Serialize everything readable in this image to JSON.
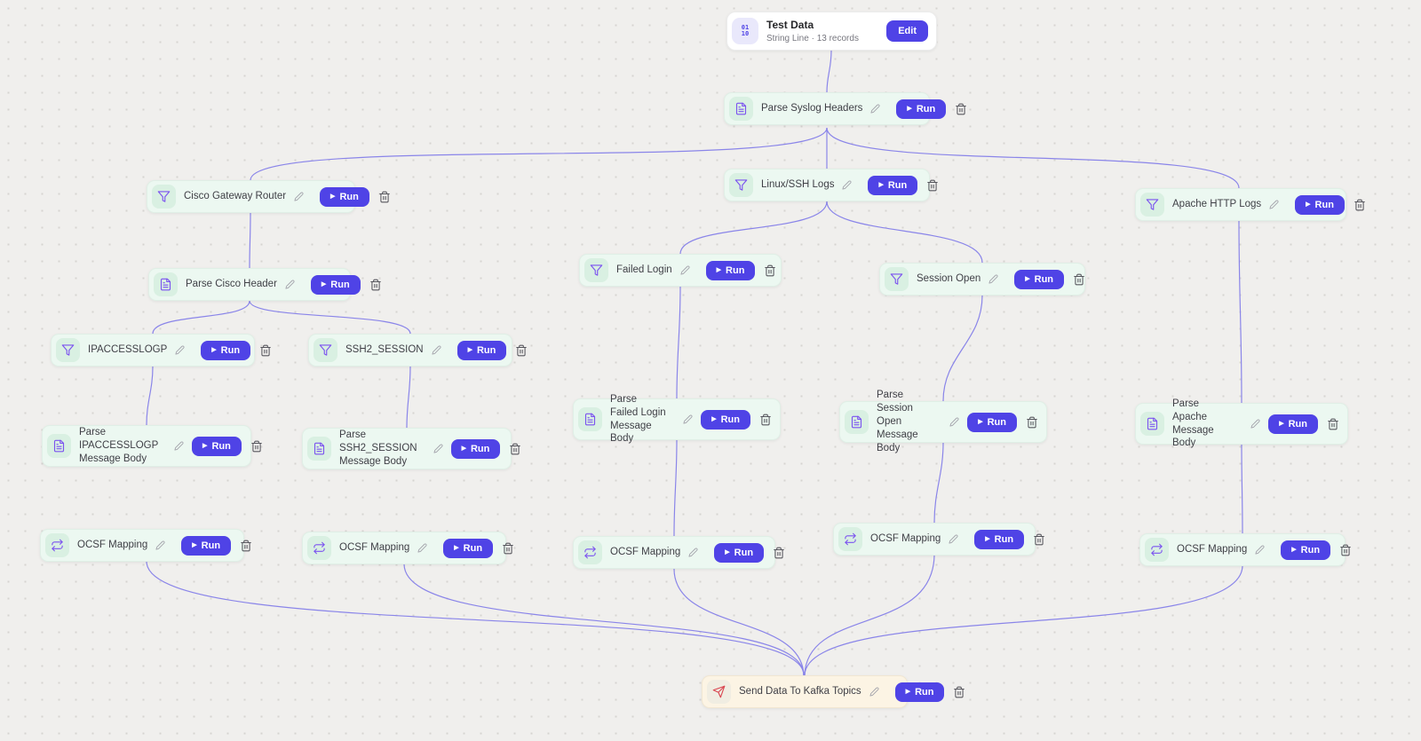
{
  "labels": {
    "run": "Run",
    "edit": "Edit"
  },
  "colors": {
    "canvas_bg": "#f0efed",
    "edge": "#8a85e9",
    "accent_button": "#4f43e6",
    "node_green_bg": "#ecf8f1",
    "node_source_bg": "#ffffff",
    "node_sink_bg": "#fcf4e4",
    "icon_purple": "#7b52ef",
    "send_icon_red": "#d9444f"
  },
  "nodes": [
    {
      "id": "test-data",
      "title": "Test Data",
      "subtitle": "String Line · 13 records",
      "icon": "binary-data-icon",
      "action": "Edit"
    },
    {
      "id": "parse-syslog-headers",
      "title": "Parse Syslog Headers",
      "icon": "document-icon",
      "action": "Run"
    },
    {
      "id": "cisco-gateway-router",
      "title": "Cisco Gateway Router",
      "icon": "filter-icon",
      "action": "Run"
    },
    {
      "id": "linux-ssh-logs",
      "title": "Linux/SSH Logs",
      "icon": "filter-icon",
      "action": "Run"
    },
    {
      "id": "apache-http-logs",
      "title": "Apache HTTP Logs",
      "icon": "filter-icon",
      "action": "Run"
    },
    {
      "id": "failed-login",
      "title": "Failed Login",
      "icon": "filter-icon",
      "action": "Run"
    },
    {
      "id": "session-open",
      "title": "Session Open",
      "icon": "filter-icon",
      "action": "Run"
    },
    {
      "id": "parse-cisco-header",
      "title": "Parse Cisco Header",
      "icon": "document-icon",
      "action": "Run"
    },
    {
      "id": "ipaccesslogp",
      "title": "IPACCESSLOGP",
      "icon": "filter-icon",
      "action": "Run"
    },
    {
      "id": "ssh2-session",
      "title": "SSH2_SESSION",
      "icon": "filter-icon",
      "action": "Run"
    },
    {
      "id": "parse-ipaccesslogp-message-body",
      "title": "Parse IPACCESSLOGP Message Body",
      "icon": "document-icon",
      "action": "Run"
    },
    {
      "id": "parse-ssh2-session-message-body",
      "title": "Parse SSH2_SESSION Message Body",
      "icon": "document-icon",
      "action": "Run"
    },
    {
      "id": "parse-failed-login-message-body",
      "title": "Parse Failed Login Message Body",
      "icon": "document-icon",
      "action": "Run"
    },
    {
      "id": "parse-session-open-message-body",
      "title": "Parse Session Open Message Body",
      "icon": "document-icon",
      "action": "Run"
    },
    {
      "id": "parse-apache-message-body",
      "title": "Parse Apache Message Body",
      "icon": "document-icon",
      "action": "Run"
    },
    {
      "id": "ocsf-mapping-cisco-ipaccesslogp",
      "title": "OCSF Mapping",
      "icon": "loop-icon",
      "action": "Run"
    },
    {
      "id": "ocsf-mapping-cisco-ssh2",
      "title": "OCSF Mapping",
      "icon": "loop-icon",
      "action": "Run"
    },
    {
      "id": "ocsf-mapping-failed-login",
      "title": "OCSF Mapping",
      "icon": "loop-icon",
      "action": "Run"
    },
    {
      "id": "ocsf-mapping-session-open",
      "title": "OCSF Mapping",
      "icon": "loop-icon",
      "action": "Run"
    },
    {
      "id": "ocsf-mapping-apache",
      "title": "OCSF Mapping",
      "icon": "loop-icon",
      "action": "Run"
    },
    {
      "id": "send-data-to-kafka-topics",
      "title": "Send Data To Kafka Topics",
      "icon": "send-icon",
      "action": "Run"
    }
  ],
  "connections": [
    {
      "from": "test-data",
      "to": "parse-syslog-headers"
    },
    {
      "from": "parse-syslog-headers",
      "to": "cisco-gateway-router"
    },
    {
      "from": "parse-syslog-headers",
      "to": "linux-ssh-logs"
    },
    {
      "from": "parse-syslog-headers",
      "to": "apache-http-logs"
    },
    {
      "from": "cisco-gateway-router",
      "to": "parse-cisco-header"
    },
    {
      "from": "parse-cisco-header",
      "to": "ipaccesslogp"
    },
    {
      "from": "parse-cisco-header",
      "to": "ssh2-session"
    },
    {
      "from": "ipaccesslogp",
      "to": "parse-ipaccesslogp-message-body"
    },
    {
      "from": "parse-ipaccesslogp-message-body",
      "to": "ocsf-mapping-cisco-ipaccesslogp"
    },
    {
      "from": "ssh2-session",
      "to": "parse-ssh2-session-message-body"
    },
    {
      "from": "parse-ssh2-session-message-body",
      "to": "ocsf-mapping-cisco-ssh2"
    },
    {
      "from": "linux-ssh-logs",
      "to": "failed-login"
    },
    {
      "from": "linux-ssh-logs",
      "to": "session-open"
    },
    {
      "from": "failed-login",
      "to": "parse-failed-login-message-body"
    },
    {
      "from": "parse-failed-login-message-body",
      "to": "ocsf-mapping-failed-login"
    },
    {
      "from": "session-open",
      "to": "parse-session-open-message-body"
    },
    {
      "from": "parse-session-open-message-body",
      "to": "ocsf-mapping-session-open"
    },
    {
      "from": "apache-http-logs",
      "to": "parse-apache-message-body"
    },
    {
      "from": "parse-apache-message-body",
      "to": "ocsf-mapping-apache"
    },
    {
      "from": "ocsf-mapping-cisco-ipaccesslogp",
      "to": "send-data-to-kafka-topics"
    },
    {
      "from": "ocsf-mapping-cisco-ssh2",
      "to": "send-data-to-kafka-topics"
    },
    {
      "from": "ocsf-mapping-failed-login",
      "to": "send-data-to-kafka-topics"
    },
    {
      "from": "ocsf-mapping-session-open",
      "to": "send-data-to-kafka-topics"
    },
    {
      "from": "ocsf-mapping-apache",
      "to": "send-data-to-kafka-topics"
    }
  ]
}
